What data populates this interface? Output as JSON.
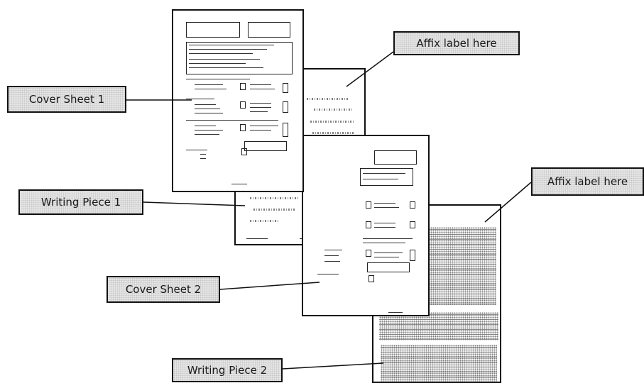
{
  "labels": {
    "cover_sheet_1": "Cover Sheet 1",
    "writing_piece_1": "Writing Piece 1",
    "cover_sheet_2": "Cover Sheet 2",
    "writing_piece_2": "Writing Piece 2",
    "affix_label_1": "Affix label here",
    "affix_label_2": "Affix label here"
  }
}
